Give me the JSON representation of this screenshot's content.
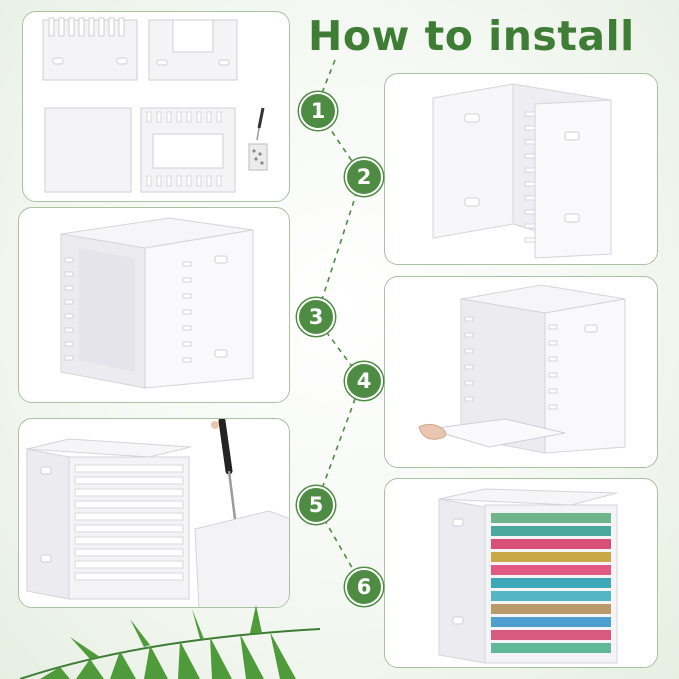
{
  "title": "How to install",
  "steps": [
    "1",
    "2",
    "3",
    "4",
    "5",
    "6"
  ],
  "colors": {
    "accent": "#4e8c43",
    "title": "#3f7d36",
    "border": "#a9c3a0",
    "leaf": "#4f9a3a"
  }
}
